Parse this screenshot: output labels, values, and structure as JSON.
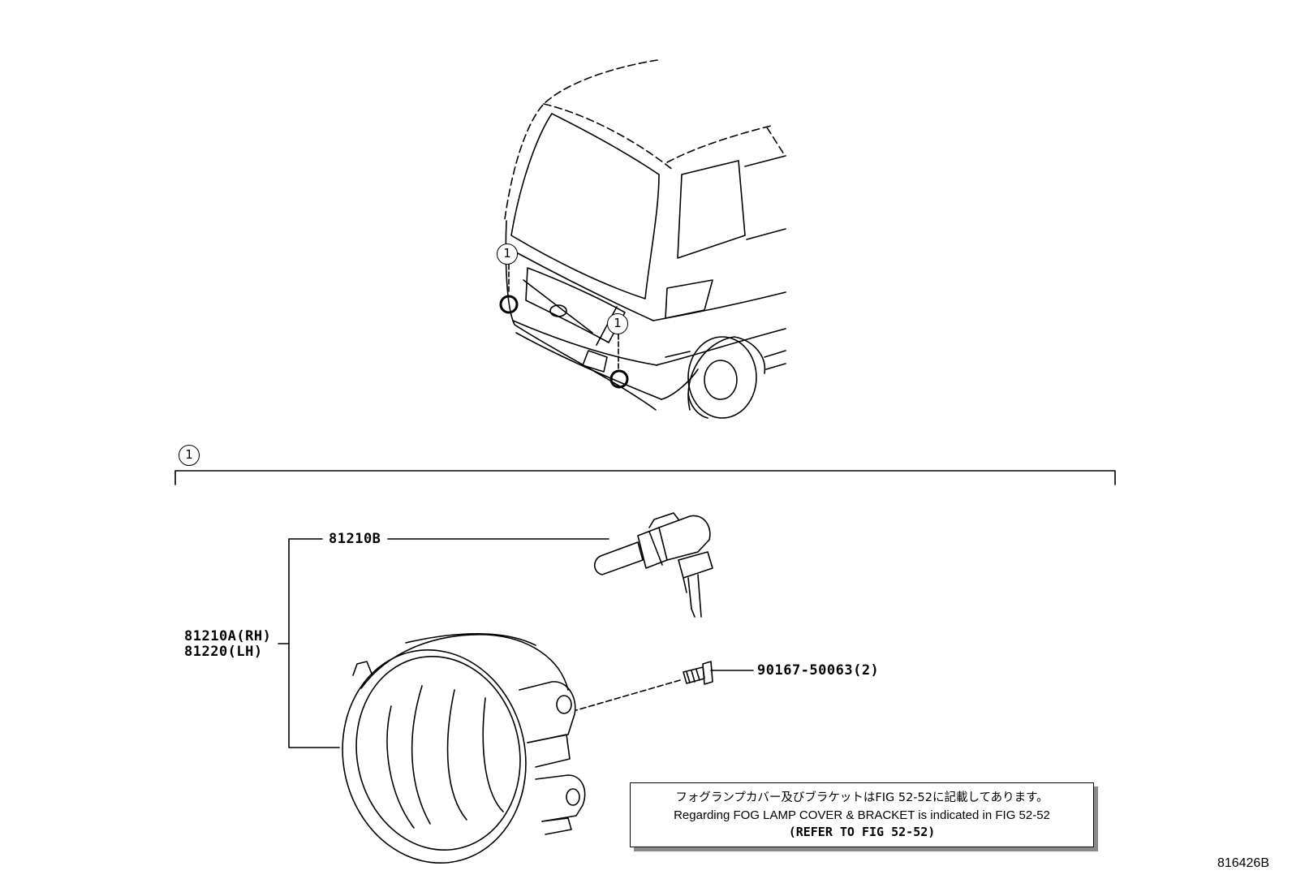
{
  "callouts": {
    "upper_left": "1",
    "upper_right": "1",
    "section": "1"
  },
  "parts": {
    "bulb": "81210B",
    "lamp_rh": "81210A(RH)",
    "lamp_lh": "81220(LH)",
    "screw": "90167-50063(2)"
  },
  "note": {
    "japanese": "フォグランプカバー及びブラケットはFIG 52-52に記載してあります。",
    "english": "Regarding FOG LAMP COVER & BRACKET is indicated in FIG 52-52",
    "reference": "(REFER TO FIG 52-52)"
  },
  "figure_id": "816426B"
}
